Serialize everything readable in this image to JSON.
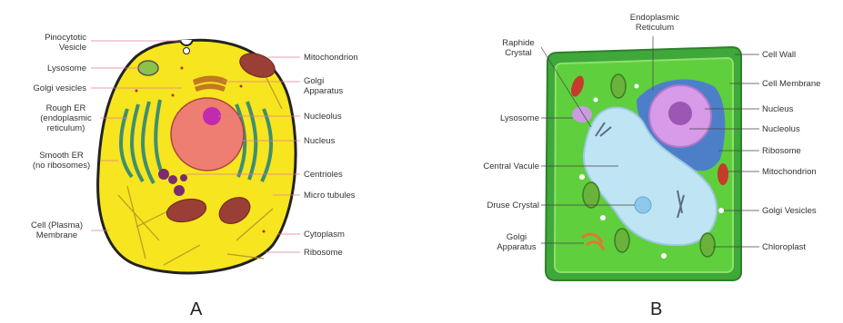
{
  "diagram_a": {
    "panel_letter": "A",
    "labels_left": [
      "Pinocytotic\nVesicle",
      "Lysosome",
      "Golgi vesicles",
      "Rough ER\n(endoplasmic\nreticulum)",
      "Smooth ER\n(no ribosomes)",
      "Cell (Plasma)\nMembrane"
    ],
    "labels_right": [
      "Mitochondrion",
      "Golgi\nApparatus",
      "Nucleolus",
      "Nucleus",
      "Centrioles",
      "Micro tubules",
      "Cytoplasm",
      "Ribosome"
    ]
  },
  "diagram_b": {
    "panel_letter": "B",
    "labels_top": [
      "Endoplasmic\nReticulum"
    ],
    "labels_left": [
      "Raphide\nCrystal",
      "Lysosome",
      "Central Vacule",
      "Druse Crystal",
      "Golgi\nApparatus"
    ],
    "labels_right": [
      "Cell Wall",
      "Cell Membrane",
      "Nucleus",
      "Nucleolus",
      "Ribosome",
      "Mitochondrion",
      "Golgi Vesicles",
      "Chloroplast"
    ]
  },
  "colors": {
    "animal_cytoplasm": "#f6e51f",
    "animal_membrane": "#222222",
    "nucleus": "#ee7d72",
    "nucleolus": "#c02bb0",
    "rough_er": "#4a9a7a",
    "mitochondrion": "#9a3f36",
    "plant_wall": "#3fa83a",
    "plant_cytoplasm": "#5fcf3e",
    "vacuole": "#bfe4f4",
    "plant_nucleus": "#d79be9",
    "er_blue": "#4d7fc9",
    "chloroplast": "#69b23c"
  }
}
